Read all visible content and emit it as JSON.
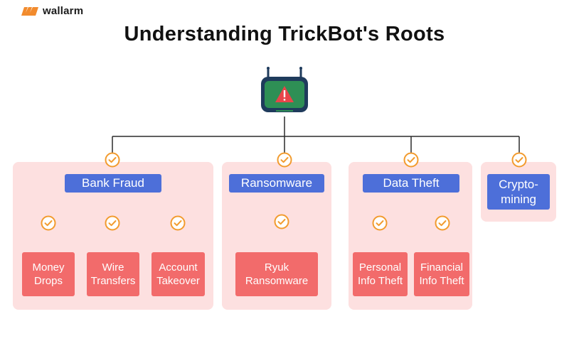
{
  "brand": {
    "name": "wallarm",
    "icon": "wallarm-logo-icon"
  },
  "title": "Understanding TrickBot's Roots",
  "root": {
    "icon": "router-warning-icon"
  },
  "branches": [
    {
      "label": "Bank Fraud",
      "children": [
        "Money\nDrops",
        "Wire\nTransfers",
        "Account\nTakeover"
      ]
    },
    {
      "label": "Ransomware",
      "children": [
        "Ryuk\nRansomware"
      ]
    },
    {
      "label": "Data Theft",
      "children": [
        "Personal\nInfo Theft",
        "Financial\nInfo Theft"
      ]
    },
    {
      "label": "Crypto-\nmining",
      "children": []
    }
  ],
  "colors": {
    "panel": "#fde0e0",
    "label": "#4d6fd9",
    "leaf": "#f26b6b",
    "check": "#f29b2e",
    "line": "#2b2b2b"
  }
}
